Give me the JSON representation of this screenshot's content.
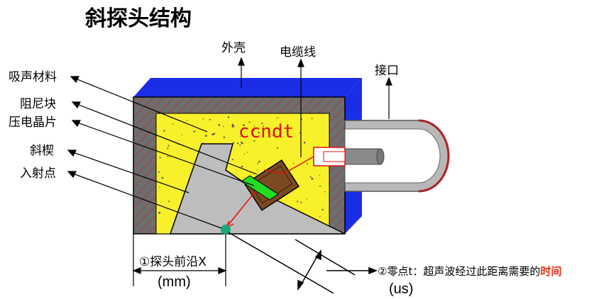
{
  "title": "斜探头结构",
  "labels": {
    "shell": "外壳",
    "cable": "电缆线",
    "interface": "接口",
    "absorber": "吸声材料",
    "damping_block": "阻尼块",
    "piezo_chip": "压电晶片",
    "wedge": "斜楔",
    "incidence_point": "入射点"
  },
  "watermark": "ccndt",
  "dimension_x": {
    "label": "①探头前沿X",
    "unit": "(mm)"
  },
  "zero_point": {
    "label": "②零点t：超声波经过此距离需要的",
    "highlight": "时间",
    "unit": "(us)"
  },
  "colors": {
    "shell_blue": "#1a2ee8",
    "housing_gray": "#6e6e6e",
    "absorber_yellow": "#f7f02a",
    "wedge_gray": "#bdbdbd",
    "damping_brown": "#7a4a22",
    "piezo_green": "#22dd22",
    "beam_red": "#e01010",
    "incidence_teal": "#1aa87a",
    "highlight_red": "#e03010"
  }
}
